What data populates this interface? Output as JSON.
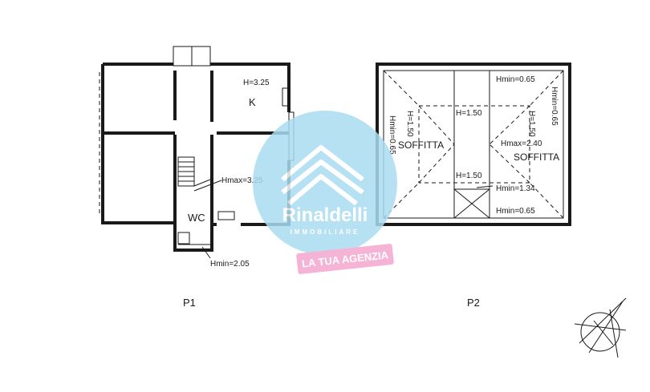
{
  "plan_p1": {
    "level_label": "P1",
    "room_k": "K",
    "height_k": "H=3.25",
    "room_wc": "WC",
    "hmax": "Hmax=3.25",
    "hmin": "Hmin=2.05"
  },
  "plan_p2": {
    "level_label": "P2",
    "hmin_top": "Hmin=0.65",
    "hmin_left": "Hmin=0.65",
    "hmin_right": "Hmin=0.65",
    "h_center_top": "H=1.50",
    "h_left": "H=1.50",
    "h_right": "H=1.50",
    "h_center_bottom": "H=1.50",
    "soffitta_left": "SOFFITTA",
    "soffitta_right": "SOFFITTA",
    "hmax": "Hmax=2.40",
    "hmin_134": "Hmin=1.34",
    "hmin_bottom": "Hmin=0.65"
  },
  "watermark": {
    "brand_name": "Rinaldelli",
    "brand_sub": "IMMOBILIARE",
    "tagline": "LA TUA AGENZIA",
    "circle_color": "#a9dcf1",
    "tag_color": "#f4a8cf"
  },
  "icons": {
    "compass": "north-arrow-icon"
  }
}
